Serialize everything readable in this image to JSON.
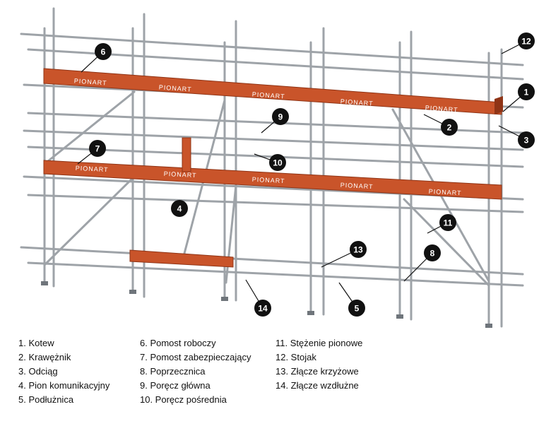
{
  "colors": {
    "tube": "#9ea3a8",
    "tube_dark": "#6f757b",
    "platform": "#c9542a",
    "platform_dark": "#8f3416",
    "callout_fill": "#111111",
    "callout_text": "#ffffff",
    "text": "#111111"
  },
  "brand": "PIONART",
  "callouts": [
    "1",
    "2",
    "3",
    "4",
    "5",
    "6",
    "7",
    "8",
    "9",
    "10",
    "11",
    "12",
    "13",
    "14"
  ],
  "legend": [
    [
      "1. Kotew",
      "2. Krawężnik",
      "3. Odciąg",
      "4. Pion komunikacyjny",
      "5. Podłużnica"
    ],
    [
      "6.   Pomost roboczy",
      "7.   Pomost zabezpieczający",
      "8.   Poprzecznica",
      "9.   Poręcz główna",
      "10. Poręcz pośrednia"
    ],
    [
      "11. Stężenie pionowe",
      "12. Stojak",
      "13. Złącze krzyżowe",
      "14. Złącze wzdłużne"
    ]
  ]
}
